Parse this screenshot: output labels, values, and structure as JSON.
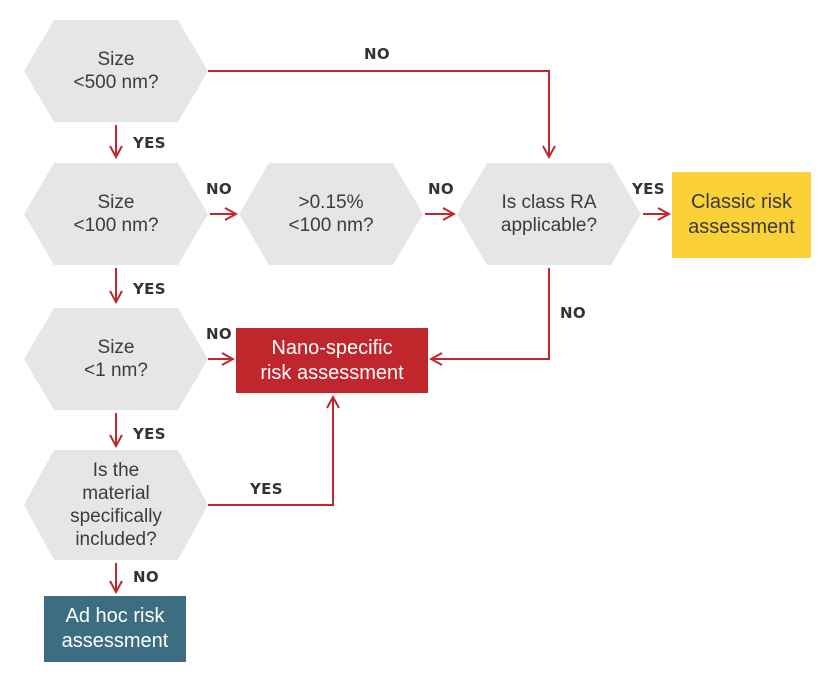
{
  "colors": {
    "diamond_fill": "#e6e6e6",
    "arrow": "#c0272d",
    "nano_box": "#c0272d",
    "classic_box": "#fbd13a",
    "adhoc_box": "#3c6d80"
  },
  "nodes": {
    "size500": "Size\n<500 nm?",
    "size100": "Size\n<100 nm?",
    "pct015": ">0.15%\n<100 nm?",
    "classRA": "Is class RA\napplicable?",
    "size1": "Size\n<1 nm?",
    "material": "Is the\nmaterial\nspecifically\nincluded?",
    "classic": "Classic risk\nassessment",
    "nano": "Nano-specific\nrisk assessment",
    "adhoc": "Ad hoc risk\nassessment"
  },
  "edges": {
    "size500_no": "NO",
    "size500_yes": "YES",
    "size100_no": "NO",
    "pct015_no": "NO",
    "classRA_yes": "YES",
    "size100_yes": "YES",
    "classRA_no": "NO",
    "size1_no": "NO",
    "size1_yes": "YES",
    "material_yes": "YES",
    "material_no": "NO"
  }
}
